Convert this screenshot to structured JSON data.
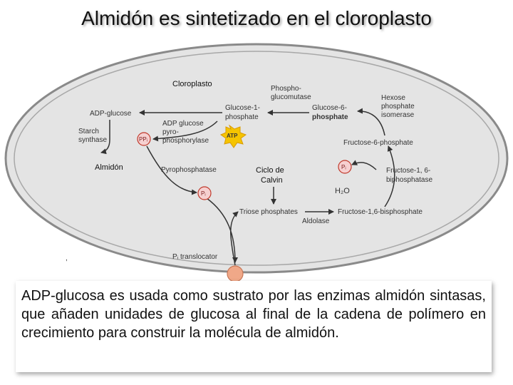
{
  "title": "Almidón es sintetizado en el cloroplasto",
  "labels": {
    "cloroplasto": "Cloroplasto",
    "almidon": "Almidón",
    "ciclo_calvin_1": "Ciclo de",
    "ciclo_calvin_2": "Calvin",
    "phosphoglucomutase_1": "Phospho-",
    "phosphoglucomutase_2": "glucomutase",
    "hexose_isomerase_1": "Hexose",
    "hexose_isomerase_2": "phosphate",
    "hexose_isomerase_3": "isomerase",
    "adp_glucose": "ADP-glucose",
    "glucose1p_1": "Glucose-1-",
    "glucose1p_2": "phosphate",
    "glucose6p_1": "Glucose-6-",
    "glucose6p_2": "phosphate",
    "starch_synthase_1": "Starch",
    "starch_synthase_2": "synthase",
    "adpglc_ppase_1": "ADP glucose",
    "adpglc_ppase_2": "pyro-",
    "adpglc_ppase_3": "phosphorylase",
    "atp": "ATP",
    "ppi": "PPᵢ",
    "pi": "Pᵢ",
    "fructose6p": "Fructose-6-phosphate",
    "pyrophosphatase": "Pyrophosphatase",
    "fbpase_1": "Fructose-1, 6-",
    "fbpase_2": "biphosphatase",
    "h2o": "H₂O",
    "triose_phosphates": "Triose phosphates",
    "aldolase": "Aldolase",
    "fructose16bp": "Fructose-1,6-bisphosphate",
    "pi_translocator": "Pᵢ translocator",
    "comma": ","
  },
  "caption": "ADP-glucosa es usada como sustrato por las enzimas almidón sintasas, que añaden unidades de glucosa al final de la cadena de polímero en crecimiento para construir la molécula de almidón.",
  "colors": {
    "chloroplast_fill": "#e4e4e4",
    "chloroplast_border": "#8a8a8a",
    "atp_fill": "#f5c400",
    "pi_circle_fill": "#f6d0d0",
    "pi_circle_stroke": "#c0392b",
    "translocator_fill": "#f0a888",
    "text": "#333333"
  }
}
